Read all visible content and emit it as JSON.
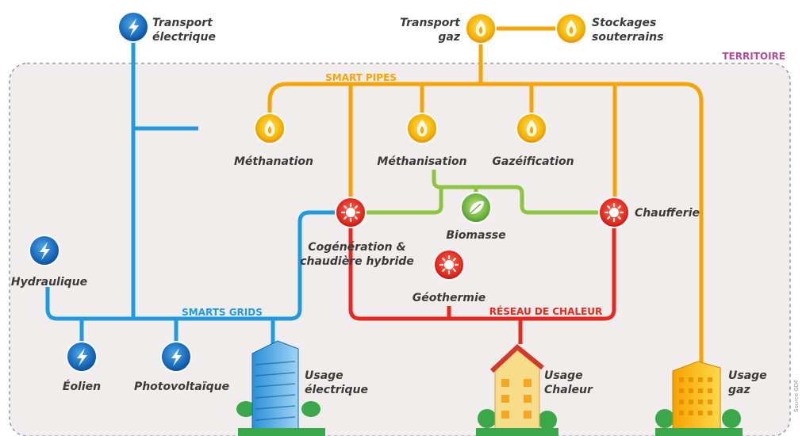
{
  "territory": {
    "label": "TERRITOIRE",
    "color": "#b04c9a"
  },
  "networks": {
    "smart_pipes": {
      "label": "SMART PIPES",
      "color": "#f6a400"
    },
    "smart_grids": {
      "label": "SMARTS GRIDS",
      "color": "#1e9be0"
    },
    "heat_network": {
      "label": "RÉSEAU DE CHALEUR",
      "color": "#e8281e"
    },
    "biomass_link_color": "#8cc63f"
  },
  "nodes": {
    "transport_electrique": {
      "line1": "Transport",
      "line2": "électrique",
      "icon": "lightning-icon"
    },
    "transport_gaz": {
      "line1": "Transport",
      "line2": "gaz",
      "icon": "flame-icon"
    },
    "stockages": {
      "line1": "Stockages",
      "line2": "souterrains",
      "icon": "flame-icon"
    },
    "methanation": {
      "label": "Méthanation",
      "icon": "flame-icon"
    },
    "methanisation": {
      "label": "Méthanisation",
      "icon": "flame-icon"
    },
    "gazeification": {
      "label": "Gazéification",
      "icon": "flame-icon"
    },
    "cogeneration": {
      "line1": "Cogénération &",
      "line2": "chaudière hybride",
      "icon": "heat-burst-icon"
    },
    "chaufferie": {
      "label": "Chaufferie",
      "icon": "heat-burst-icon"
    },
    "biomasse": {
      "label": "Biomasse",
      "icon": "leaf-icon"
    },
    "geothermie": {
      "label": "Géothermie",
      "icon": "heat-burst-icon"
    },
    "hydraulique": {
      "label": "Hydraulique",
      "icon": "lightning-icon"
    },
    "eolien": {
      "label": "Éolien",
      "icon": "lightning-icon"
    },
    "photovoltaique": {
      "label": "Photovoltaïque",
      "icon": "lightning-icon"
    },
    "usage_electrique": {
      "line1": "Usage",
      "line2": "électrique"
    },
    "usage_chaleur": {
      "line1": "Usage",
      "line2": "Chaleur"
    },
    "usage_gaz": {
      "line1": "Usage",
      "line2": "gaz"
    }
  },
  "credit": "Source GDF"
}
